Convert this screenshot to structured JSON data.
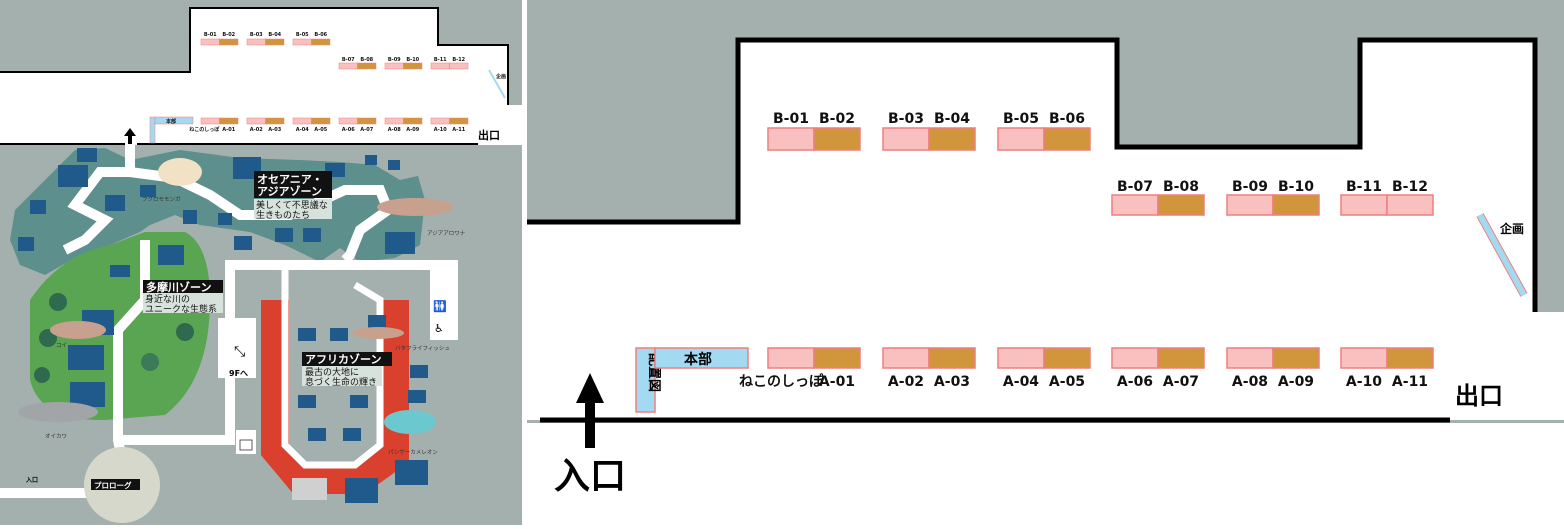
{
  "colors": {
    "background_gray": "#a4b0ae",
    "wall": "#000000",
    "booth_pink": "#f9c0c0",
    "booth_orange": "#d1963c",
    "booth_border": "#ef7f7f",
    "info_blue": "#a3daf2",
    "teal_zone": "#5d8f8c",
    "green_zone": "#5aa552",
    "red_zone": "#d9402e",
    "tank_blue": "#1f5a8a"
  },
  "hall_map": {
    "b_row_upper": [
      {
        "left": "B-01",
        "right": "B-02"
      },
      {
        "left": "B-03",
        "right": "B-04"
      },
      {
        "left": "B-05",
        "right": "B-06"
      }
    ],
    "b_row_lower": [
      {
        "left": "B-07",
        "right": "B-08"
      },
      {
        "left": "B-09",
        "right": "B-10"
      },
      {
        "left": "B-11",
        "right": "B-12"
      }
    ],
    "a_row": [
      {
        "left": "ねこのしっぽ",
        "right": "A-01"
      },
      {
        "left": "A-02",
        "right": "A-03"
      },
      {
        "left": "A-04",
        "right": "A-05"
      },
      {
        "left": "A-06",
        "right": "A-07"
      },
      {
        "left": "A-08",
        "right": "A-09"
      },
      {
        "left": "A-10",
        "right": "A-11"
      }
    ],
    "headquarters": "本部",
    "layout_board": "配置図",
    "special_exhibit": "企画",
    "entrance": "入口",
    "exit": "出口"
  },
  "aquarium_map": {
    "zones": [
      {
        "title_lines": [
          "オセアニア・",
          "アジアゾーン"
        ],
        "subtitle_lines": [
          "美しくて不思議な",
          "生きものたち"
        ]
      },
      {
        "title_lines": [
          "多摩川ゾーン"
        ],
        "subtitle_lines": [
          "身近な川の",
          "ユニークな生態系"
        ]
      },
      {
        "title_lines": [
          "アフリカゾーン"
        ],
        "subtitle_lines": [
          "最古の大地に",
          "息づく生命の輝き"
        ]
      }
    ],
    "animals": [
      "フクロモモンガ",
      "アジアアロワナ",
      "コイ",
      "オイカワ",
      "バタフライフィッシュ",
      "パンサーカメレオン"
    ],
    "prologue": "プロローグ",
    "entrance": "入口",
    "to_9f": "9Fへ"
  }
}
